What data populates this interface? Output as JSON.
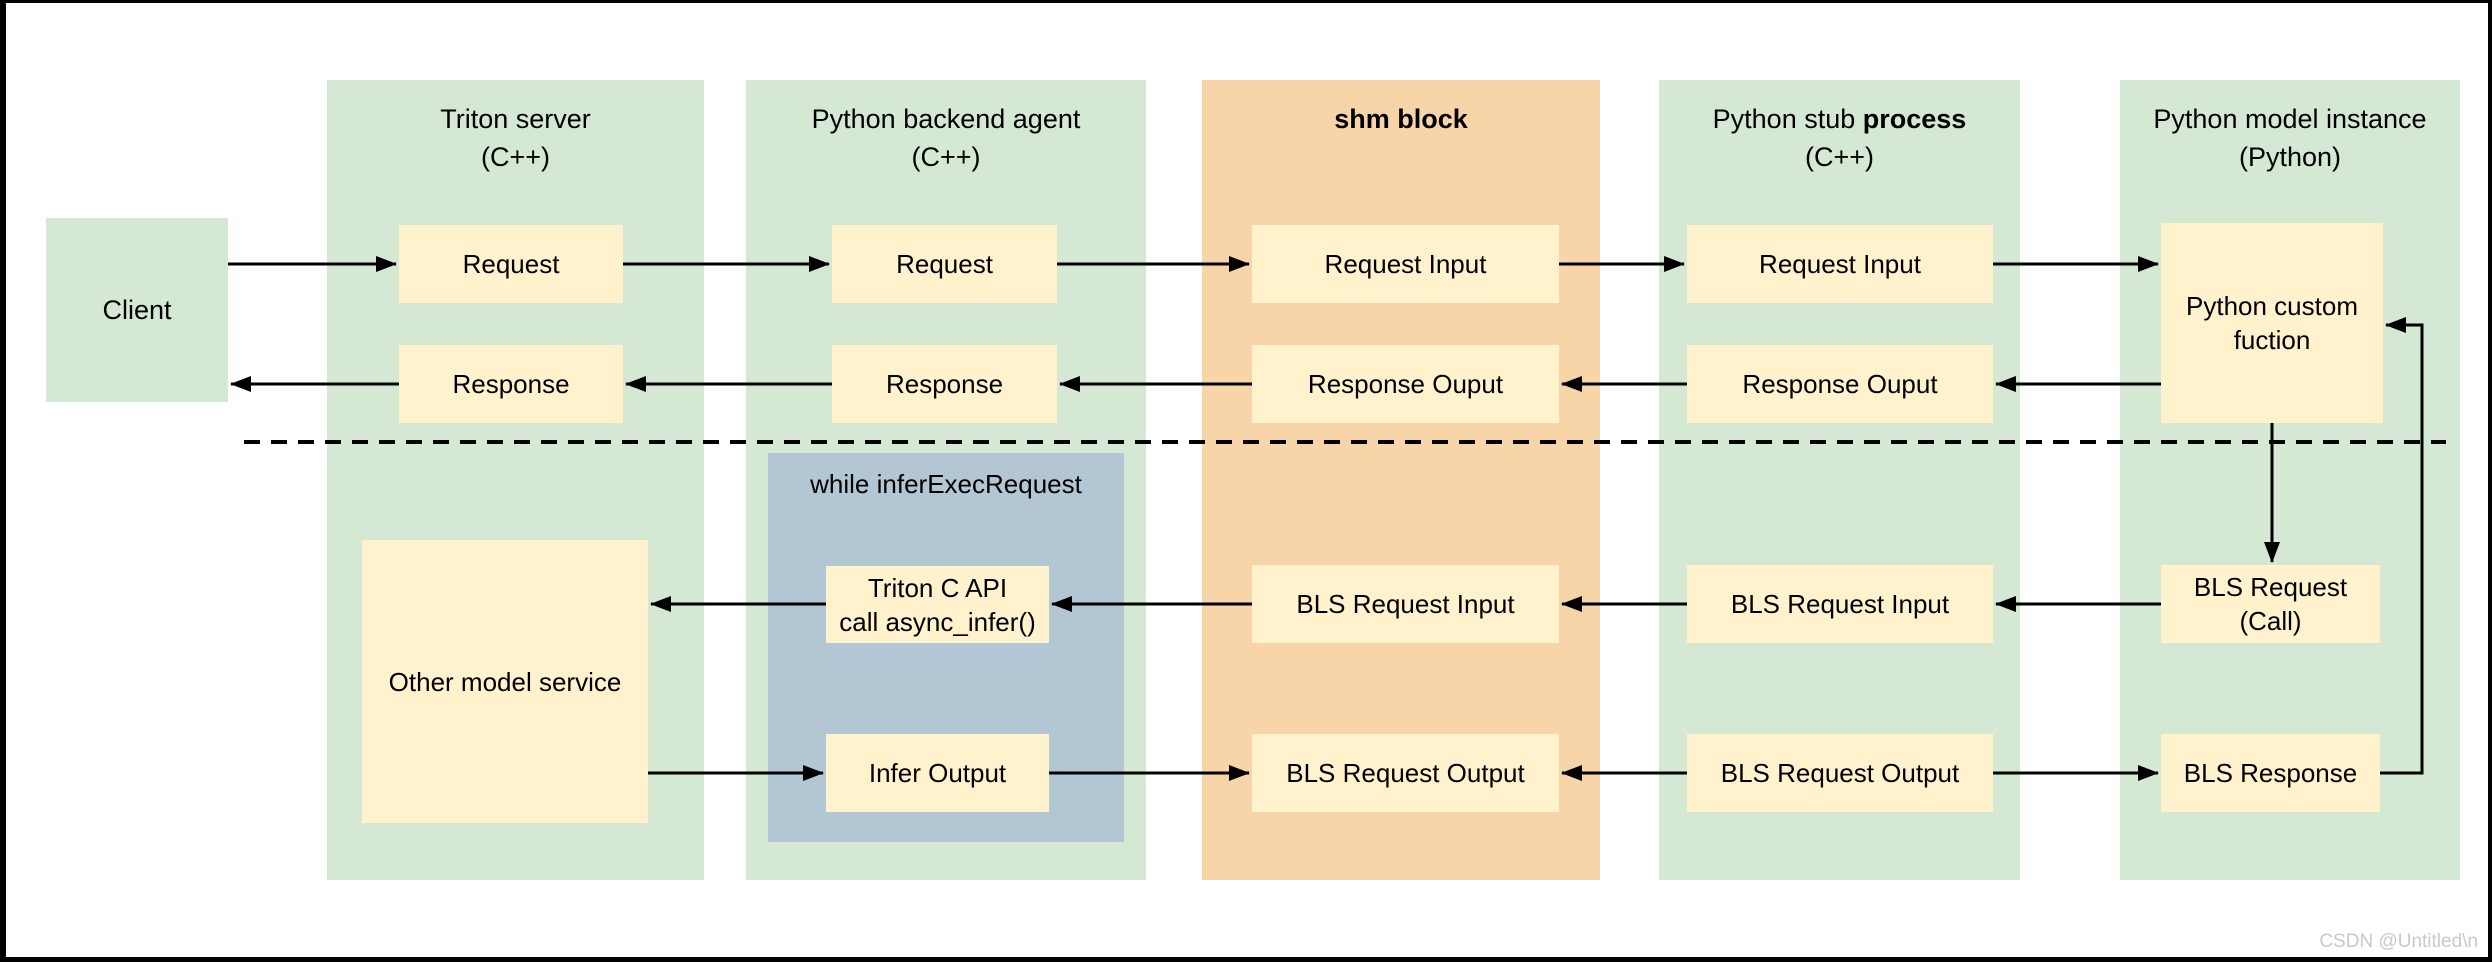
{
  "client": {
    "label": "Client"
  },
  "columns": {
    "triton": {
      "title": "Triton server",
      "subtitle": "(C++)"
    },
    "backend": {
      "title": "Python backend agent",
      "subtitle": "(C++)"
    },
    "shm": {
      "title": "shm block"
    },
    "stub": {
      "title_regular": "Python stub ",
      "title_bold": "process",
      "subtitle": "(C++)"
    },
    "model": {
      "title": "Python model instance",
      "subtitle": "(Python)"
    }
  },
  "boxes": {
    "triton_request": "Request",
    "backend_request": "Request",
    "shm_request_input": "Request Input",
    "stub_request_input": "Request Input",
    "triton_response": "Response",
    "backend_response": "Response",
    "shm_response_ouput": "Response Ouput",
    "stub_response_ouput": "Response Ouput",
    "python_custom_function": {
      "line1": "Python custom",
      "line2": "fuction"
    },
    "while_loop_label": "while inferExecRequest",
    "triton_c_api": {
      "line1": "Triton C API",
      "line2": "call async_infer()"
    },
    "infer_output": "Infer Output",
    "other_model_service": "Other model service",
    "shm_bls_request_input": "BLS Request Input",
    "stub_bls_request_input": "BLS Request Input",
    "bls_request_call": {
      "line1": "BLS Request",
      "line2": "(Call)"
    },
    "shm_bls_request_output": "BLS Request Output",
    "stub_bls_request_output": "BLS Request Output",
    "bls_response": "BLS Response"
  },
  "watermark": "CSDN @Untitled\\n",
  "colors": {
    "column_green": "#d5e8d4",
    "shm_orange": "#f8d5a8",
    "box_yellow": "#fff2cc",
    "while_blue": "#b3c6d4",
    "line_black": "#000000",
    "watermark_gray": "#c9c9c9"
  }
}
